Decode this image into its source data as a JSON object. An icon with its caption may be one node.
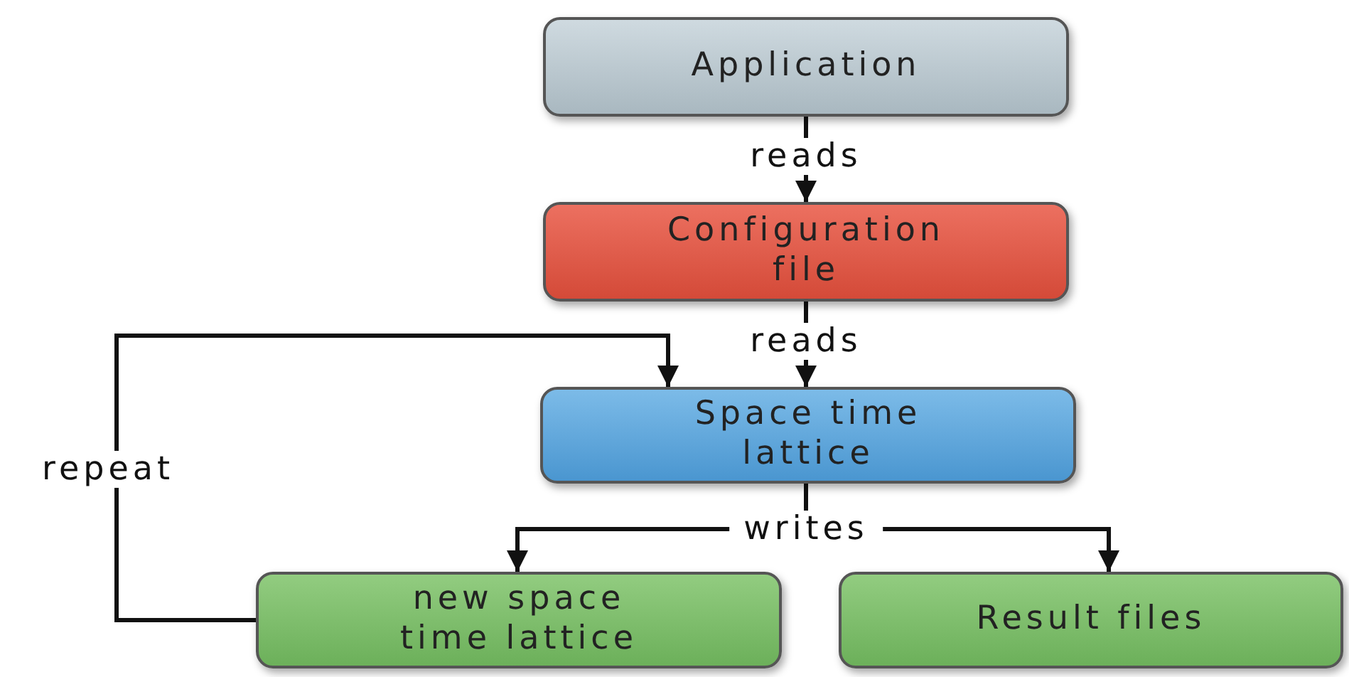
{
  "diagram": {
    "nodes": [
      {
        "text": [
          "Application"
        ]
      },
      {
        "text": [
          "Configuration file"
        ]
      },
      {
        "text": [
          "Space time lattice"
        ]
      },
      {
        "text": [
          "new space time lattice"
        ]
      },
      {
        "text": [
          "Result files"
        ]
      }
    ],
    "edges": [
      {
        "from": 0,
        "to": 1,
        "arrow": "to",
        "label": "reads"
      },
      {
        "from": 1,
        "to": 2,
        "arrow": "to",
        "label": "reads"
      },
      {
        "from": 2,
        "to": 3,
        "arrow": "to",
        "label": "writes"
      },
      {
        "from": 2,
        "to": 4,
        "arrow": "to"
      },
      {
        "from": 3,
        "to": 2,
        "arrow": "to",
        "label": "repeat"
      }
    ]
  }
}
